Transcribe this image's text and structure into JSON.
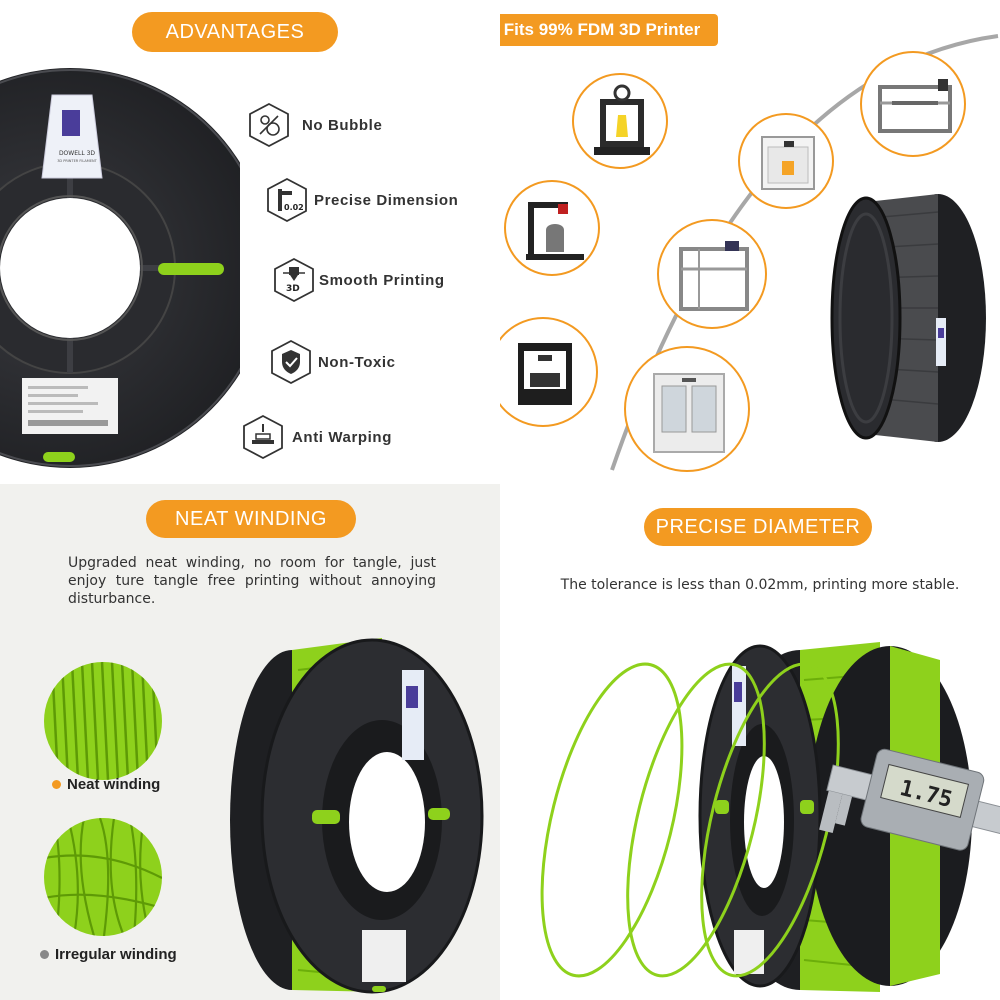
{
  "advantages": {
    "title": "ADVANTAGES",
    "brand": "DOWELL 3D",
    "brand_sub": "3D PRINTER FILAMENT",
    "items": [
      {
        "label": "No Bubble",
        "icon": "bubble-icon"
      },
      {
        "label": "Precise Dimension",
        "icon": "caliper-icon",
        "icon_text": "0.02"
      },
      {
        "label": "Smooth Printing",
        "icon": "nozzle-icon",
        "icon_text": "3D"
      },
      {
        "label": "Non-Toxic",
        "icon": "shield-icon"
      },
      {
        "label": "Anti Warping",
        "icon": "warp-icon"
      }
    ]
  },
  "fits": {
    "title": "Fits 99% FDM 3D Printer"
  },
  "neat": {
    "title": "NEAT WINDING",
    "description": "Upgraded neat winding, no room for tangle, just enjoy ture tangle free printing without annoying disturbance.",
    "neat_label": "Neat winding",
    "irregular_label": "Irregular winding"
  },
  "precise": {
    "title": "PRECISE DIAMETER",
    "description": "The tolerance is less than 0.02mm, printing more stable.",
    "caliper_reading": "1.75"
  },
  "colors": {
    "accent": "#f39a21",
    "filament": "#8ed11c",
    "spool": "#2b2c30"
  }
}
